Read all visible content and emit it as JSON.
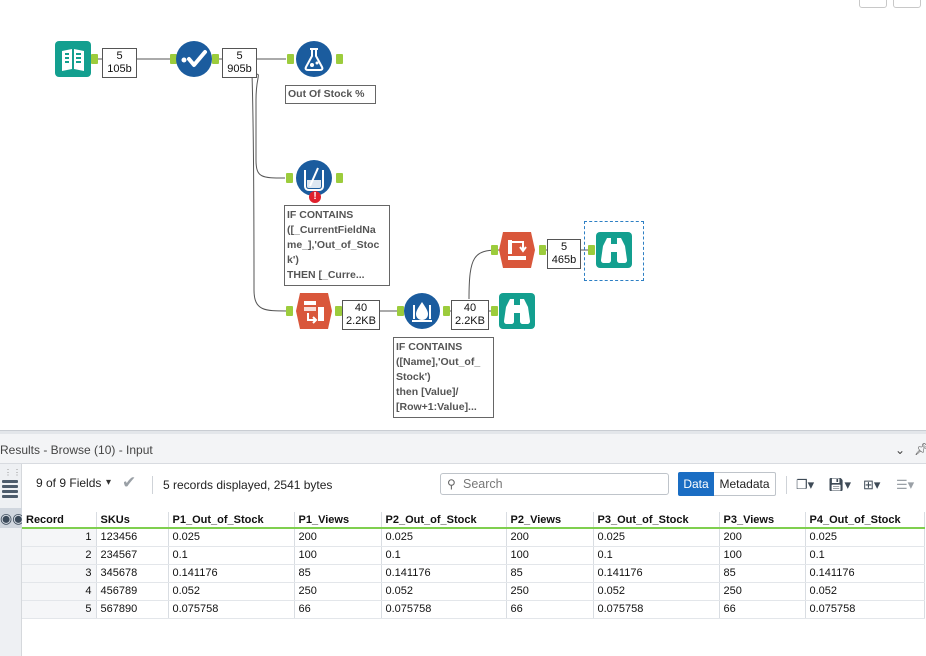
{
  "canvas": {
    "tools": [
      {
        "name": "text-input-tool",
        "icon": "book-icon"
      },
      {
        "name": "select-tool",
        "icon": "checkmark-tool-icon"
      },
      {
        "name": "formula-tool",
        "icon": "flask-icon"
      },
      {
        "name": "multi-field-formula-tool",
        "icon": "beaker-icon",
        "error": "!"
      },
      {
        "name": "transpose-tool",
        "icon": "transpose-icon"
      },
      {
        "name": "multi-row-formula-tool",
        "icon": "droplet-icon"
      },
      {
        "name": "cross-tab-tool",
        "icon": "crosstab-icon"
      },
      {
        "name": "browse-tool-1",
        "icon": "binoculars-icon"
      },
      {
        "name": "browse-tool-2",
        "icon": "binoculars-icon"
      }
    ],
    "counts": [
      {
        "records": "5",
        "size": "105b"
      },
      {
        "records": "5",
        "size": "905b"
      },
      {
        "records": "40",
        "size": "2.2KB"
      },
      {
        "records": "40",
        "size": "2.2KB"
      },
      {
        "records": "5",
        "size": "465b"
      }
    ],
    "annotations": {
      "formula": "Out Of Stock %",
      "multi_field": "IF CONTAINS\n([_CurrentFieldNa\nme_],'Out_of_Stoc\nk')\nTHEN [_Curre...",
      "multi_row": "IF CONTAINS\n([Name],'Out_of_\nStock')\nthen [Value]/\n[Row+1:Value]..."
    }
  },
  "results": {
    "title": "Results - Browse (10) - Input",
    "fields_label": "9 of 9 Fields",
    "record_info": "5 records displayed, 2541 bytes",
    "search_placeholder": "Search",
    "data_button": "Data",
    "metadata_button": "Metadata",
    "columns": [
      "Record",
      "SKUs",
      "P1_Out_of_Stock",
      "P1_Views",
      "P2_Out_of_Stock",
      "P2_Views",
      "P3_Out_of_Stock",
      "P3_Views",
      "P4_Out_of_Stock"
    ],
    "rows": [
      [
        "1",
        "123456",
        "0.025",
        "200",
        "0.025",
        "200",
        "0.025",
        "200",
        "0.025"
      ],
      [
        "2",
        "234567",
        "0.1",
        "100",
        "0.1",
        "100",
        "0.1",
        "100",
        "0.1"
      ],
      [
        "3",
        "345678",
        "0.141176",
        "85",
        "0.141176",
        "85",
        "0.141176",
        "85",
        "0.141176"
      ],
      [
        "4",
        "456789",
        "0.052",
        "250",
        "0.052",
        "250",
        "0.052",
        "250",
        "0.052"
      ],
      [
        "5",
        "567890",
        "0.075758",
        "66",
        "0.075758",
        "66",
        "0.075758",
        "66",
        "0.075758"
      ]
    ]
  },
  "colors": {
    "teal": "#139f8f",
    "navy": "#1b5c9e",
    "orange_red": "#d9573b",
    "anchor_green": "#9ccc3c",
    "data_button_blue": "#1a6dc3"
  }
}
